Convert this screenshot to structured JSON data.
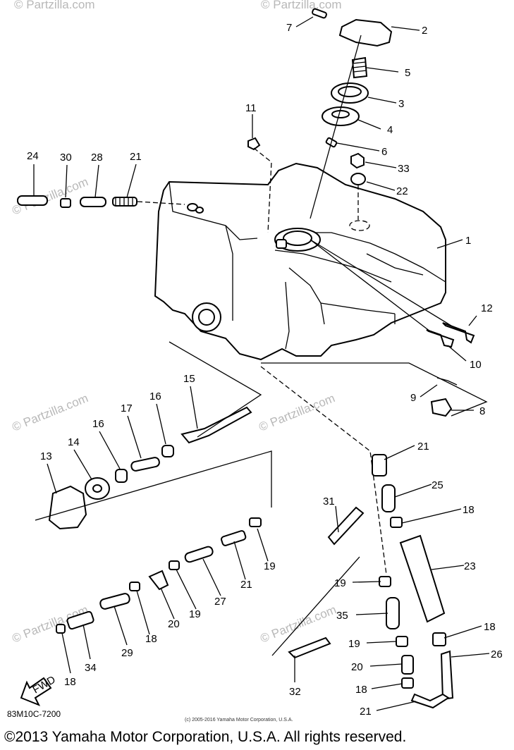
{
  "diagram": {
    "callouts": {
      "n1": "1",
      "n2": "2",
      "n3": "3",
      "n4": "4",
      "n5": "5",
      "n6": "6",
      "n7": "7",
      "n8": "8",
      "n9": "9",
      "n10": "10",
      "n11": "11",
      "n12": "12",
      "n13": "13",
      "n14": "14",
      "n15": "15",
      "n16a": "16",
      "n16b": "16",
      "n17": "17",
      "n18a": "18",
      "n18b": "18",
      "n18c": "18",
      "n18d": "18",
      "n18e": "18",
      "n19a": "19",
      "n19b": "19",
      "n19c": "19",
      "n19d": "19",
      "n20a": "20",
      "n20b": "20",
      "n21a": "21",
      "n21b": "21",
      "n21c": "21",
      "n21d": "21",
      "n22": "22",
      "n23": "23",
      "n24": "24",
      "n25": "25",
      "n26": "26",
      "n27": "27",
      "n28": "28",
      "n29": "29",
      "n30": "30",
      "n31": "31",
      "n32": "32",
      "n33": "33",
      "n34": "34",
      "n35": "35"
    },
    "fwd_label": "FWD",
    "diagram_code": "83M10C-7200",
    "credit": "(c) 2005-2016 Yamaha Motor Corporation, U.S.A.",
    "watermark": "© Partzilla.com",
    "copyright": "©2013 Yamaha Motor Corporation, U.S.A. All rights reserved."
  }
}
